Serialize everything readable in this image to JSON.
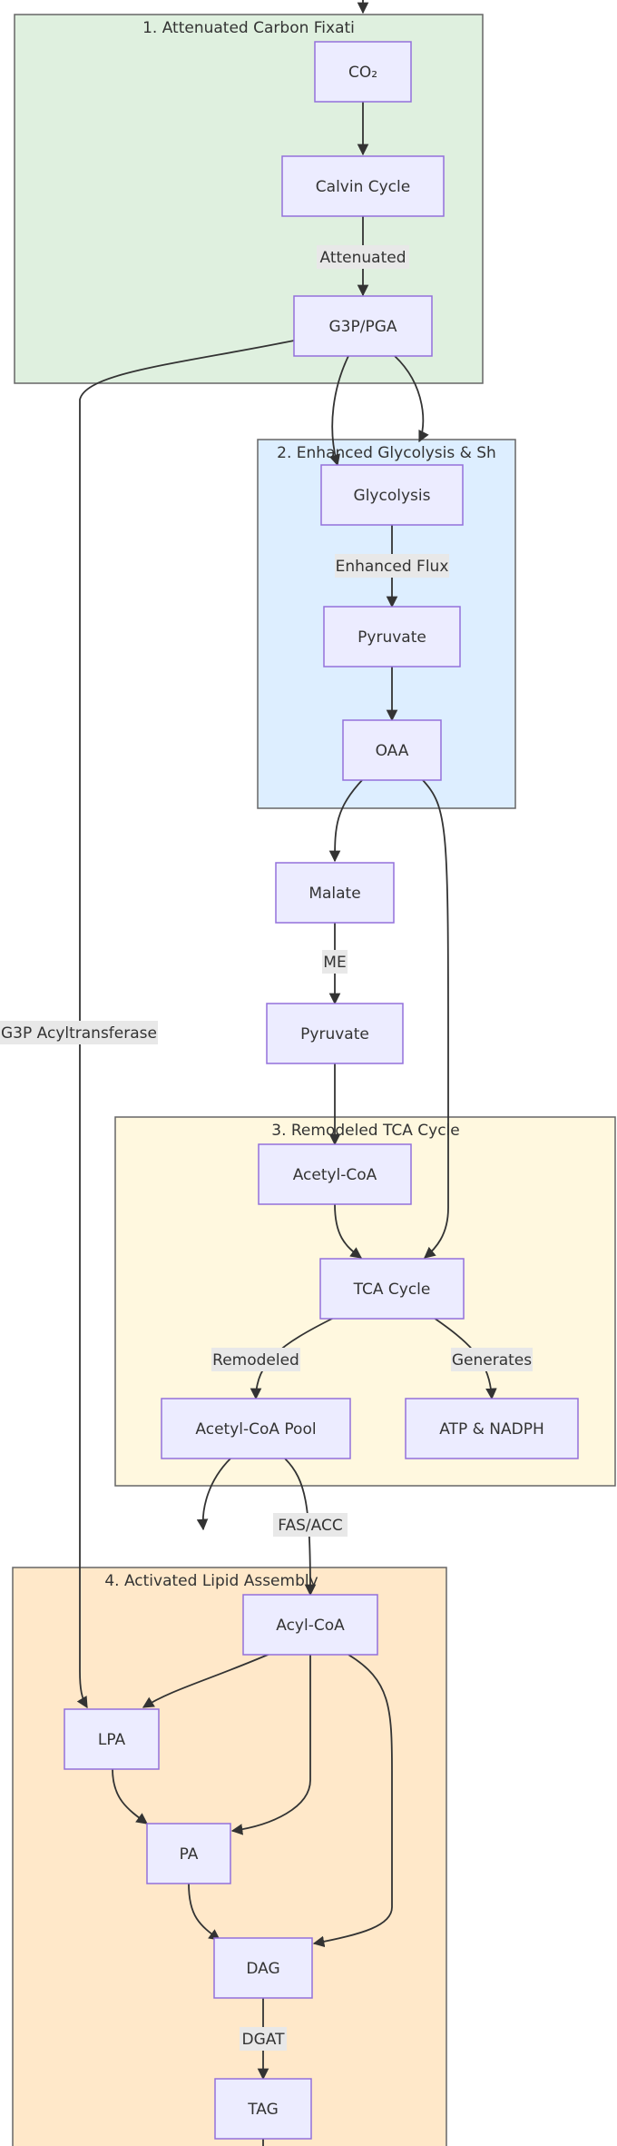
{
  "clusters": {
    "c1": {
      "label": "1. Attenuated Carbon Fixati",
      "fill": "#DFF0DF"
    },
    "c2": {
      "label": "2. Enhanced Glycolysis & Sh",
      "fill": "#DDEEFF"
    },
    "c3": {
      "label": "3. Remodeled TCA Cycle",
      "fill": "#FFF8DF"
    },
    "c4": {
      "label": "4. Activated Lipid Assembly",
      "fill": "#FFE8C9"
    }
  },
  "nodes": {
    "co2": "CO₂",
    "calvin": "Calvin Cycle",
    "g3p": "G3P/PGA",
    "glycolysis": "Glycolysis",
    "pyruvate1": "Pyruvate",
    "oaa": "OAA",
    "malate": "Malate",
    "pyruvate2": "Pyruvate",
    "acetylcoa": "Acetyl-CoA",
    "tca": "TCA Cycle",
    "acetylpool": "Acetyl-CoA Pool",
    "atp": "ATP & NADPH",
    "acylcoa": "Acyl-CoA",
    "lpa": "LPA",
    "pa": "PA",
    "dag": "DAG",
    "tag": "TAG"
  },
  "edge_labels": {
    "attenuated": "Attenuated",
    "enhanced_flux": "Enhanced Flux",
    "me": "ME",
    "g3p_acyltransferase": "G3P Acyltransferase",
    "remodeled": "Remodeled",
    "generates": "Generates",
    "fas_acc": "FAS/ACC",
    "dgat": "DGAT"
  }
}
